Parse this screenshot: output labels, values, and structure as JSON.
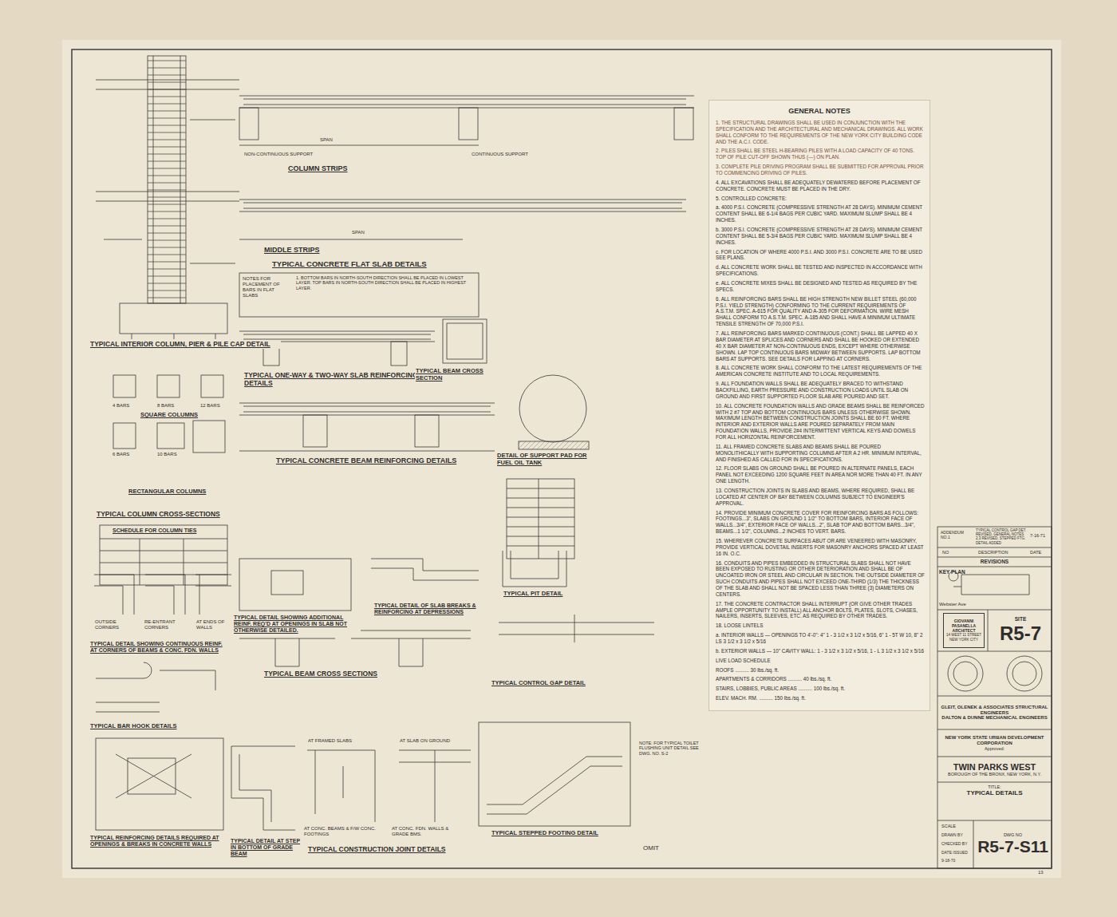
{
  "diagram": {
    "nodes": [
      {
        "text": [
          "GENERAL NOTES"
        ]
      },
      {
        "text": [
          "REVISIONS"
        ]
      },
      {
        "text": [
          "KEY PLAN",
          "Webster Ave"
        ]
      },
      {
        "text": [
          "SITE",
          "R5-7"
        ]
      },
      {
        "text": [
          "GIOVANNI PASANELLA ARCHITECT",
          "14 WEST 11 STREET NEW YORK CITY"
        ]
      },
      {
        "text": [
          "GLEIT, OLENEK & ASSOCIATES STRUCTURAL ENGINEERS",
          "DALTON & DUNNE MECHANICAL ENGINEERS"
        ]
      },
      {
        "text": [
          "NEW YORK STATE URBAN DEVELOPMENT CORPORATION",
          "Approved:"
        ]
      },
      {
        "text": [
          "TWIN PARKS WEST",
          "BOROUGH OF THE BRONX, NEW YORK, N.Y."
        ]
      },
      {
        "text": [
          "TITLE:",
          "TYPICAL DETAILS"
        ]
      },
      {
        "text": [
          "DWG NO",
          "R5-7-S11"
        ]
      }
    ],
    "labels": [
      "TYPICAL INTERIOR COLUMN, PIER & PILE CAP DETAIL",
      "4 BARS",
      "8 BARS",
      "12 BARS",
      "SQUARE COLUMNS",
      "6 BARS",
      "10 BARS",
      "RECTANGULAR COLUMNS",
      "TYPICAL COLUMN CROSS-SECTIONS",
      "SCHEDULE FOR COLUMN TIES",
      "COLUMN STRIPS",
      "NON-CONTINUOUS SUPPORT",
      "CONTINUOUS SUPPORT",
      "MIDDLE STRIPS",
      "TYPICAL CONCRETE FLAT SLAB DETAILS",
      "NOTES FOR PLACEMENT OF BARS IN FLAT SLABS",
      "1. BOTTOM BARS IN NORTH-SOUTH DIRECTION SHALL BE PLACED IN LOWEST LAYER. TOP BARS IN NORTH-SOUTH DIRECTION SHALL BE PLACED IN HIGHEST LAYER.",
      "TYPICAL ONE-WAY & TWO-WAY SLAB REINFORCING DETAILS",
      "TYPICAL BEAM CROSS SECTION",
      "TYPICAL CONCRETE BEAM REINFORCING DETAILS",
      "DETAIL OF SUPPORT PAD FOR FUEL OIL TANK",
      "TYPICAL DETAIL SHOWING ADDITIONAL REINF. REQ'D AT OPENINGS IN SLAB NOT OTHERWISE DETAILED.",
      "TYPICAL DETAIL OF SLAB BREAKS & REINFORCING AT DEPRESSIONS",
      "TYPICAL PIT DETAIL",
      "TYPICAL CONTROL GAP DETAIL",
      "TYPICAL DETAIL SHOWING CONTINUOUS REINF. AT CORNERS OF BEAMS & CONC. FDN. WALLS",
      "OUTSIDE CORNERS",
      "RE-ENTRANT CORNERS",
      "AT ENDS OF WALLS",
      "TYPICAL BAR HOOK DETAILS",
      "TYPICAL BEAM CROSS SECTIONS",
      "TYPICAL REINFORCING DETAILS REQUIRED AT OPENINGS & BREAKS IN CONCRETE WALLS",
      "TYPICAL DETAIL AT STEP IN BOTTOM OF GRADE BEAM",
      "TYPICAL CONSTRUCTION JOINT DETAILS",
      "AT FRAMED SLABS",
      "AT SLAB ON GROUND",
      "AT CONC. BEAMS & F/W CONC. FOOTINGS",
      "AT CONC. FDN. WALLS & GRADE BMS.",
      "TYPICAL STEPPED FOOTING DETAIL",
      "OMIT",
      "NOTE: FOR TYPICAL TOILET FLUSHING UNIT DETAIL SEE DWG. NO. S-2",
      "SPAN",
      "SPAN",
      "NO",
      "DESCRIPTION",
      "DATE",
      "ADDENDUM NO.1",
      "TYPICAL CONTROL GAP DET. REVISED, GENERAL NOTES 2,3 REVISED, STEPPED FTG. DETAIL ADDED",
      "7-16-71",
      "SCALE",
      "DRAWN BY",
      "CHECKED BY",
      "DATE ISSUED",
      "9-18-70",
      "13",
      "1. THE STRUCTURAL DRAWINGS SHALL BE USED IN CONJUNCTION WITH THE SPECIFICATION AND THE ARCHITECTURAL AND MECHANICAL DRAWINGS. ALL WORK SHALL CONFORM TO THE REQUIREMENTS OF THE NEW YORK CITY BUILDING CODE AND THE A.C.I. CODE.",
      "2. PILES SHALL BE STEEL H-BEARING PILES WITH A LOAD CAPACITY OF 40 TONS. TOP OF PILE CUT-OFF SHOWN THUS (---) ON PLAN.",
      "3. COMPLETE PILE DRIVING PROGRAM SHALL BE SUBMITTED FOR APPROVAL PRIOR TO COMMENCING DRIVING OF PILES.",
      "4. ALL EXCAVATIONS SHALL BE ADEQUATELY DEWATERED BEFORE PLACEMENT OF CONCRETE. CONCRETE MUST BE PLACED IN THE DRY.",
      "5. CONTROLLED CONCRETE:",
      "a. 4000 P.S.I. CONCRETE (COMPRESSIVE STRENGTH AT 28 DAYS). MINIMUM CEMENT CONTENT SHALL BE 6-1/4 BAGS PER CUBIC YARD. MAXIMUM SLUMP SHALL BE 4 INCHES.",
      "b. 3000 P.S.I. CONCRETE (COMPRESSIVE STRENGTH AT 28 DAYS). MINIMUM CEMENT CONTENT SHALL BE 5-3/4 BAGS PER CUBIC YARD. MAXIMUM SLUMP SHALL BE 4 INCHES.",
      "c. FOR LOCATION OF WHERE 4000 P.S.I. AND 3000 P.S.I. CONCRETE ARE TO BE USED SEE PLANS.",
      "d. ALL CONCRETE WORK SHALL BE TESTED AND INSPECTED IN ACCORDANCE WITH SPECIFICATIONS.",
      "e. ALL CONCRETE MIXES SHALL BE DESIGNED AND TESTED AS REQUIRED BY THE SPECS.",
      "6. ALL REINFORCING BARS SHALL BE HIGH STRENGTH NEW BILLET STEEL (60,000 P.S.I. YIELD STRENGTH) CONFORMING TO THE CURRENT REQUIREMENTS OF A.S.T.M. SPEC. A-615 FOR QUALITY AND A-305 FOR DEFORMATION. WIRE MESH SHALL CONFORM TO A.S.T.M. SPEC. A-185 AND SHALL HAVE A MINIMUM ULTIMATE TENSILE STRENGTH OF 70,000 P.S.I.",
      "7. ALL REINFORCING BARS MARKED CONTINUOUS (CONT.) SHALL BE LAPPED 40 X BAR DIAMETER AT SPLICES AND CORNERS AND SHALL BE HOOKED OR EXTENDED 40 X BAR DIAMETER AT NON-CONTINUOUS ENDS, EXCEPT WHERE OTHERWISE SHOWN. LAP TOP CONTINUOUS BARS MIDWAY BETWEEN SUPPORTS. LAP BOTTOM BARS AT SUPPORTS. SEE DETAILS FOR LAPPING AT CORNERS.",
      "8. ALL CONCRETE WORK SHALL CONFORM TO THE LATEST REQUIREMENTS OF THE AMERICAN CONCRETE INSTITUTE AND TO LOCAL REQUIREMENTS.",
      "9. ALL FOUNDATION WALLS SHALL BE ADEQUATELY BRACED TO WITHSTAND BACKFILLING, EARTH PRESSURE AND CONSTRUCTION LOADS UNTIL SLAB ON GROUND AND FIRST SUPPORTED FLOOR SLAB ARE POURED AND SET.",
      "10. ALL CONCRETE FOUNDATION WALLS AND GRADE BEAMS SHALL BE REINFORCED WITH 2 #7 TOP AND BOTTOM CONTINUOUS BARS UNLESS OTHERWISE SHOWN. MAXIMUM LENGTH BETWEEN CONSTRUCTION JOINTS SHALL BE 60 FT. WHERE INTERIOR AND EXTERIOR WALLS ARE POURED SEPARATELY FROM MAIN FOUNDATION WALLS, PROVIDE 2#4 INTERMITTENT VERTICAL KEYS AND DOWELS FOR ALL HORIZONTAL REINFORCEMENT.",
      "11. ALL FRAMED CONCRETE SLABS AND BEAMS SHALL BE POURED MONOLITHICALLY WITH SUPPORTING COLUMNS AFTER A 2 HR. MINIMUM INTERVAL, AND FINISHED AS CALLED FOR IN SPECIFICATIONS.",
      "12. FLOOR SLABS ON GROUND SHALL BE POURED IN ALTERNATE PANELS, EACH PANEL NOT EXCEEDING 1200 SQUARE FEET IN AREA NOR MORE THAN 40 FT. IN ANY ONE LENGTH.",
      "13. CONSTRUCTION JOINTS IN SLABS AND BEAMS, WHERE REQUIRED, SHALL BE LOCATED AT CENTER OF BAY BETWEEN COLUMNS SUBJECT TO ENGINEER'S APPROVAL.",
      "14. PROVIDE MINIMUM CONCRETE COVER FOR REINFORCING BARS AS FOLLOWS: FOOTINGS...3\", SLABS ON GROUND 1 1/2\" TO BOTTOM BARS, INTERIOR FACE OF WALLS...3/4\", EXTERIOR FACE OF WALLS...2\", SLAB TOP AND BOTTOM BARS...3/4\", BEAMS...1 1/2\", COLUMNS...2 INCHES TO VERT. BARS.",
      "15. WHEREVER CONCRETE SURFACES ABUT OR ARE VENEERED WITH MASONRY, PROVIDE VERTICAL DOVETAIL INSERTS FOR MASONRY ANCHORS SPACED AT LEAST 16 IN. O.C.",
      "16. CONDUITS AND PIPES EMBEDDED IN STRUCTURAL SLABS SHALL NOT HAVE BEEN EXPOSED TO RUSTING OR OTHER DETERIORATION AND SHALL BE OF UNCOATED IRON OR STEEL AND CIRCULAR IN SECTION. THE OUTSIDE DIAMETER OF SUCH CONDUITS AND PIPES SHALL NOT EXCEED ONE-THIRD (1/3) THE THICKNESS OF THE SLAB AND SHALL NOT BE SPACED LESS THAN THREE (3) DIAMETERS ON CENTERS.",
      "17. THE CONCRETE CONTRACTOR SHALL INTERRUPT (OR GIVE OTHER TRADES AMPLE OPPORTUNITY TO INSTALL) ALL ANCHOR BOLTS, PLATES, SLOTS, CHASES, NAILERS, INSERTS, SLEEVES, ETC. AS REQUIRED BY OTHER TRADES.",
      "18. LOOSE LINTELS",
      "a. INTERIOR WALLS — OPENINGS TO 4'-0\": 4\" 1 - 3 1/2 x 3 1/2 x 5/16, 6\" 1 - 5T W 10, 8\" 2 LS 3 1/2 x 3 1/2 x 5/16",
      "b. EXTERIOR WALLS — 10\" CAVITY WALL: 1 - 3 1/2 x 3 1/2 x 5/16, 1 - L 3 1/2 x 3 1/2 x 5/16",
      "LIVE LOAD SCHEDULE",
      "ROOFS .......... 30 lbs./sq. ft.",
      "APARTMENTS & CORRIDORS .......... 40 lbs./sq. ft.",
      "STAIRS, LOBBIES, PUBLIC AREAS .......... 100 lbs./sq. ft.",
      "ELEV. MACH. RM. .......... 150 lbs./sq. ft."
    ]
  }
}
